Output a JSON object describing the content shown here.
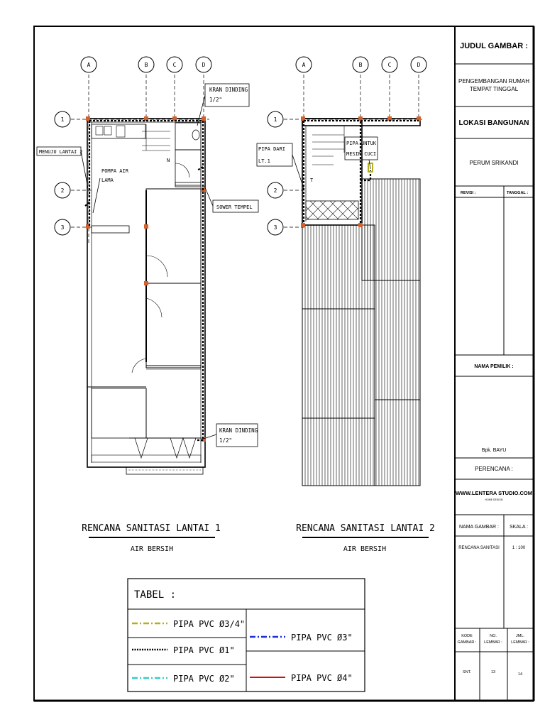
{
  "title_block": {
    "judul_label": "JUDUL GAMBAR :",
    "project": [
      "PENGEMBANGAN RUMAH",
      "TEMPAT TINGGAL"
    ],
    "lokasi_label": "LOKASI BANGUNAN",
    "lokasi_value": "PERUM SRIKANDI",
    "revisi_label": "REVISI :",
    "tanggal_label": "TANGGAL :",
    "pemilik_label": "NAMA PEMILIK :",
    "pemilik_value": "Bpk. BAYU",
    "perencana_label": "PERENCANA :",
    "website": "WWW.LENTERA STUDIO.COM",
    "website_sub": "HOME DESIGN",
    "nama_gambar_label": "NAMA GAMBAR :",
    "skala_label": "SKALA :",
    "nama_gambar_value": "RENCANA SANITASI",
    "skala_value": "1 : 100",
    "kode_label": [
      "KODE",
      "GAMBAR :"
    ],
    "no_label": [
      "NO.",
      "LEMBAR :"
    ],
    "jml_label": [
      "JML.",
      "LEMBAR :"
    ],
    "kode_value": "SNT.",
    "no_value": "13",
    "jml_value": "14"
  },
  "plan1": {
    "title": "RENCANA SANITASI LANTAI 1",
    "subtitle": "AIR BERSIH",
    "grid_cols": [
      "A",
      "B",
      "C",
      "D"
    ],
    "grid_rows": [
      "1",
      "2",
      "3"
    ],
    "notes": {
      "kran_top": [
        "KRAN DINDING",
        "1/2\""
      ],
      "menuju": "MENUJU LANTAI 2",
      "pompa": [
        "POMPA AIR",
        "LAMA"
      ],
      "shower": "SOWER TEMPEL",
      "kran_bottom": [
        "KRAN DINDING",
        "1/2\""
      ],
      "n_mark": "N"
    }
  },
  "plan2": {
    "title": "RENCANA SANITASI LANTAI 2",
    "subtitle": "AIR BERSIH",
    "grid_cols": [
      "A",
      "B",
      "C",
      "D"
    ],
    "grid_rows": [
      "1",
      "2",
      "3"
    ],
    "notes": {
      "pipa_dari": [
        "PIPA DARI",
        "LT.1"
      ],
      "pipa_untuk": [
        "PIPA UNTUK",
        "MESIN CUCI"
      ],
      "t_mark": "T"
    }
  },
  "legend": {
    "title": "TABEL :",
    "items": [
      {
        "label": "PIPA PVC Ø3/4\"",
        "color": "#b5b018"
      },
      {
        "label": "PIPA PVC Ø1\"",
        "color": "#000000"
      },
      {
        "label": "PIPA PVC Ø2\"",
        "color": "#33cccc"
      },
      {
        "label": "PIPA PVC Ø3\"",
        "color": "#1f2fd6"
      },
      {
        "label": "PIPA PVC Ø4\"",
        "color": "#cc1111"
      }
    ]
  },
  "colors": {
    "column": "#d4602a",
    "pipe_main": "#000000"
  }
}
